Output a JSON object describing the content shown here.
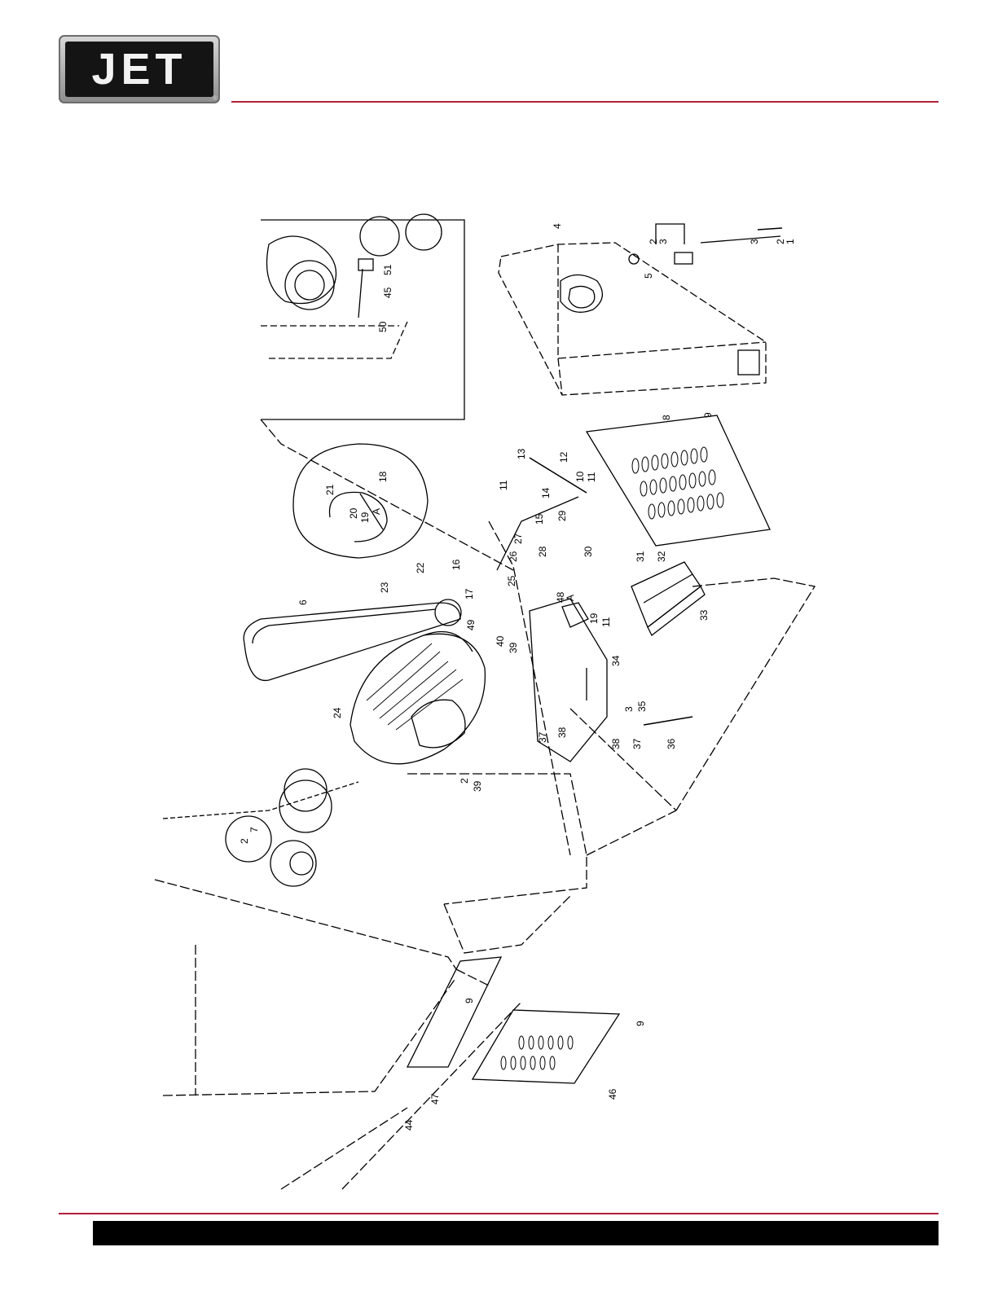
{
  "brand": {
    "logo_text": "JET",
    "registered_mark": "®"
  },
  "callouts": [
    {
      "id": "c1",
      "text": "1"
    },
    {
      "id": "c2a",
      "text": "2"
    },
    {
      "id": "c3a",
      "text": "3"
    },
    {
      "id": "c2b",
      "text": "2"
    },
    {
      "id": "c3b",
      "text": "3"
    },
    {
      "id": "c4",
      "text": "4"
    },
    {
      "id": "c5",
      "text": "5"
    },
    {
      "id": "c50",
      "text": "50"
    },
    {
      "id": "c45",
      "text": "45"
    },
    {
      "id": "c51",
      "text": "51"
    },
    {
      "id": "c8",
      "text": "8"
    },
    {
      "id": "c9a",
      "text": "9"
    },
    {
      "id": "c11a",
      "text": "11"
    },
    {
      "id": "c13",
      "text": "13"
    },
    {
      "id": "c12",
      "text": "12"
    },
    {
      "id": "c10",
      "text": "10"
    },
    {
      "id": "c11b",
      "text": "11"
    },
    {
      "id": "c14",
      "text": "14"
    },
    {
      "id": "c15",
      "text": "15"
    },
    {
      "id": "c29",
      "text": "29"
    },
    {
      "id": "c27",
      "text": "27"
    },
    {
      "id": "c28",
      "text": "28"
    },
    {
      "id": "c21",
      "text": "21"
    },
    {
      "id": "c20",
      "text": "20"
    },
    {
      "id": "c19a",
      "text": "19"
    },
    {
      "id": "cAa",
      "text": "A"
    },
    {
      "id": "c18",
      "text": "18"
    },
    {
      "id": "c22",
      "text": "22"
    },
    {
      "id": "c16",
      "text": "16"
    },
    {
      "id": "c26",
      "text": "26"
    },
    {
      "id": "c25",
      "text": "25"
    },
    {
      "id": "c23",
      "text": "23"
    },
    {
      "id": "c17",
      "text": "17"
    },
    {
      "id": "c6",
      "text": "6"
    },
    {
      "id": "c30",
      "text": "30"
    },
    {
      "id": "c31",
      "text": "31"
    },
    {
      "id": "c32",
      "text": "32"
    },
    {
      "id": "c33",
      "text": "33"
    },
    {
      "id": "c48",
      "text": "48"
    },
    {
      "id": "c49",
      "text": "49"
    },
    {
      "id": "cAb",
      "text": "A"
    },
    {
      "id": "c19b",
      "text": "19"
    },
    {
      "id": "c11c",
      "text": "11"
    },
    {
      "id": "c40",
      "text": "40"
    },
    {
      "id": "c39a",
      "text": "39"
    },
    {
      "id": "c34",
      "text": "34"
    },
    {
      "id": "c24",
      "text": "24"
    },
    {
      "id": "c3c",
      "text": "3"
    },
    {
      "id": "c35",
      "text": "35"
    },
    {
      "id": "c37a",
      "text": "37"
    },
    {
      "id": "c38a",
      "text": "38"
    },
    {
      "id": "c38b",
      "text": "38"
    },
    {
      "id": "c37b",
      "text": "37"
    },
    {
      "id": "c36",
      "text": "36"
    },
    {
      "id": "c2c",
      "text": "2"
    },
    {
      "id": "c39b",
      "text": "39"
    },
    {
      "id": "c2d",
      "text": "2"
    },
    {
      "id": "c7",
      "text": "7"
    },
    {
      "id": "c9b",
      "text": "9"
    },
    {
      "id": "c9c",
      "text": "9"
    },
    {
      "id": "c47",
      "text": "47"
    },
    {
      "id": "c46",
      "text": "46"
    },
    {
      "id": "c44",
      "text": "44"
    }
  ]
}
